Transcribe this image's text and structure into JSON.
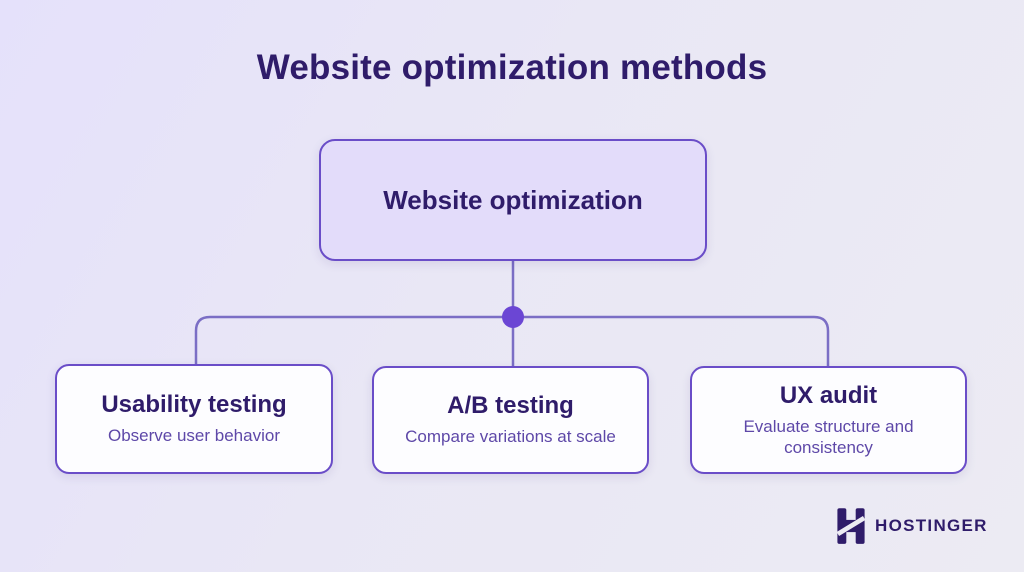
{
  "diagram": {
    "title": "Website optimization methods",
    "root": {
      "label": "Website optimization"
    },
    "children": [
      {
        "title": "Usability testing",
        "subtitle": "Observe user behavior"
      },
      {
        "title": "A/B testing",
        "subtitle": "Compare variations at scale"
      },
      {
        "title": "UX audit",
        "subtitle": "Evaluate structure and consistency"
      }
    ]
  },
  "branding": {
    "logo_text": "HOSTINGER",
    "logo_icon": "hostinger-h-mark"
  },
  "colors": {
    "background_start": "#e5e1fb",
    "background_end": "#ecebf3",
    "title_text": "#2f1c6a",
    "node_border": "#6a4dc8",
    "root_fill": "#e3dcfa",
    "child_fill": "#fdfdff",
    "subtitle_text": "#5e48a8",
    "connector_line": "#7b6ec5",
    "junction_dot": "#6b46d4",
    "logo_color": "#2f1c6a"
  }
}
